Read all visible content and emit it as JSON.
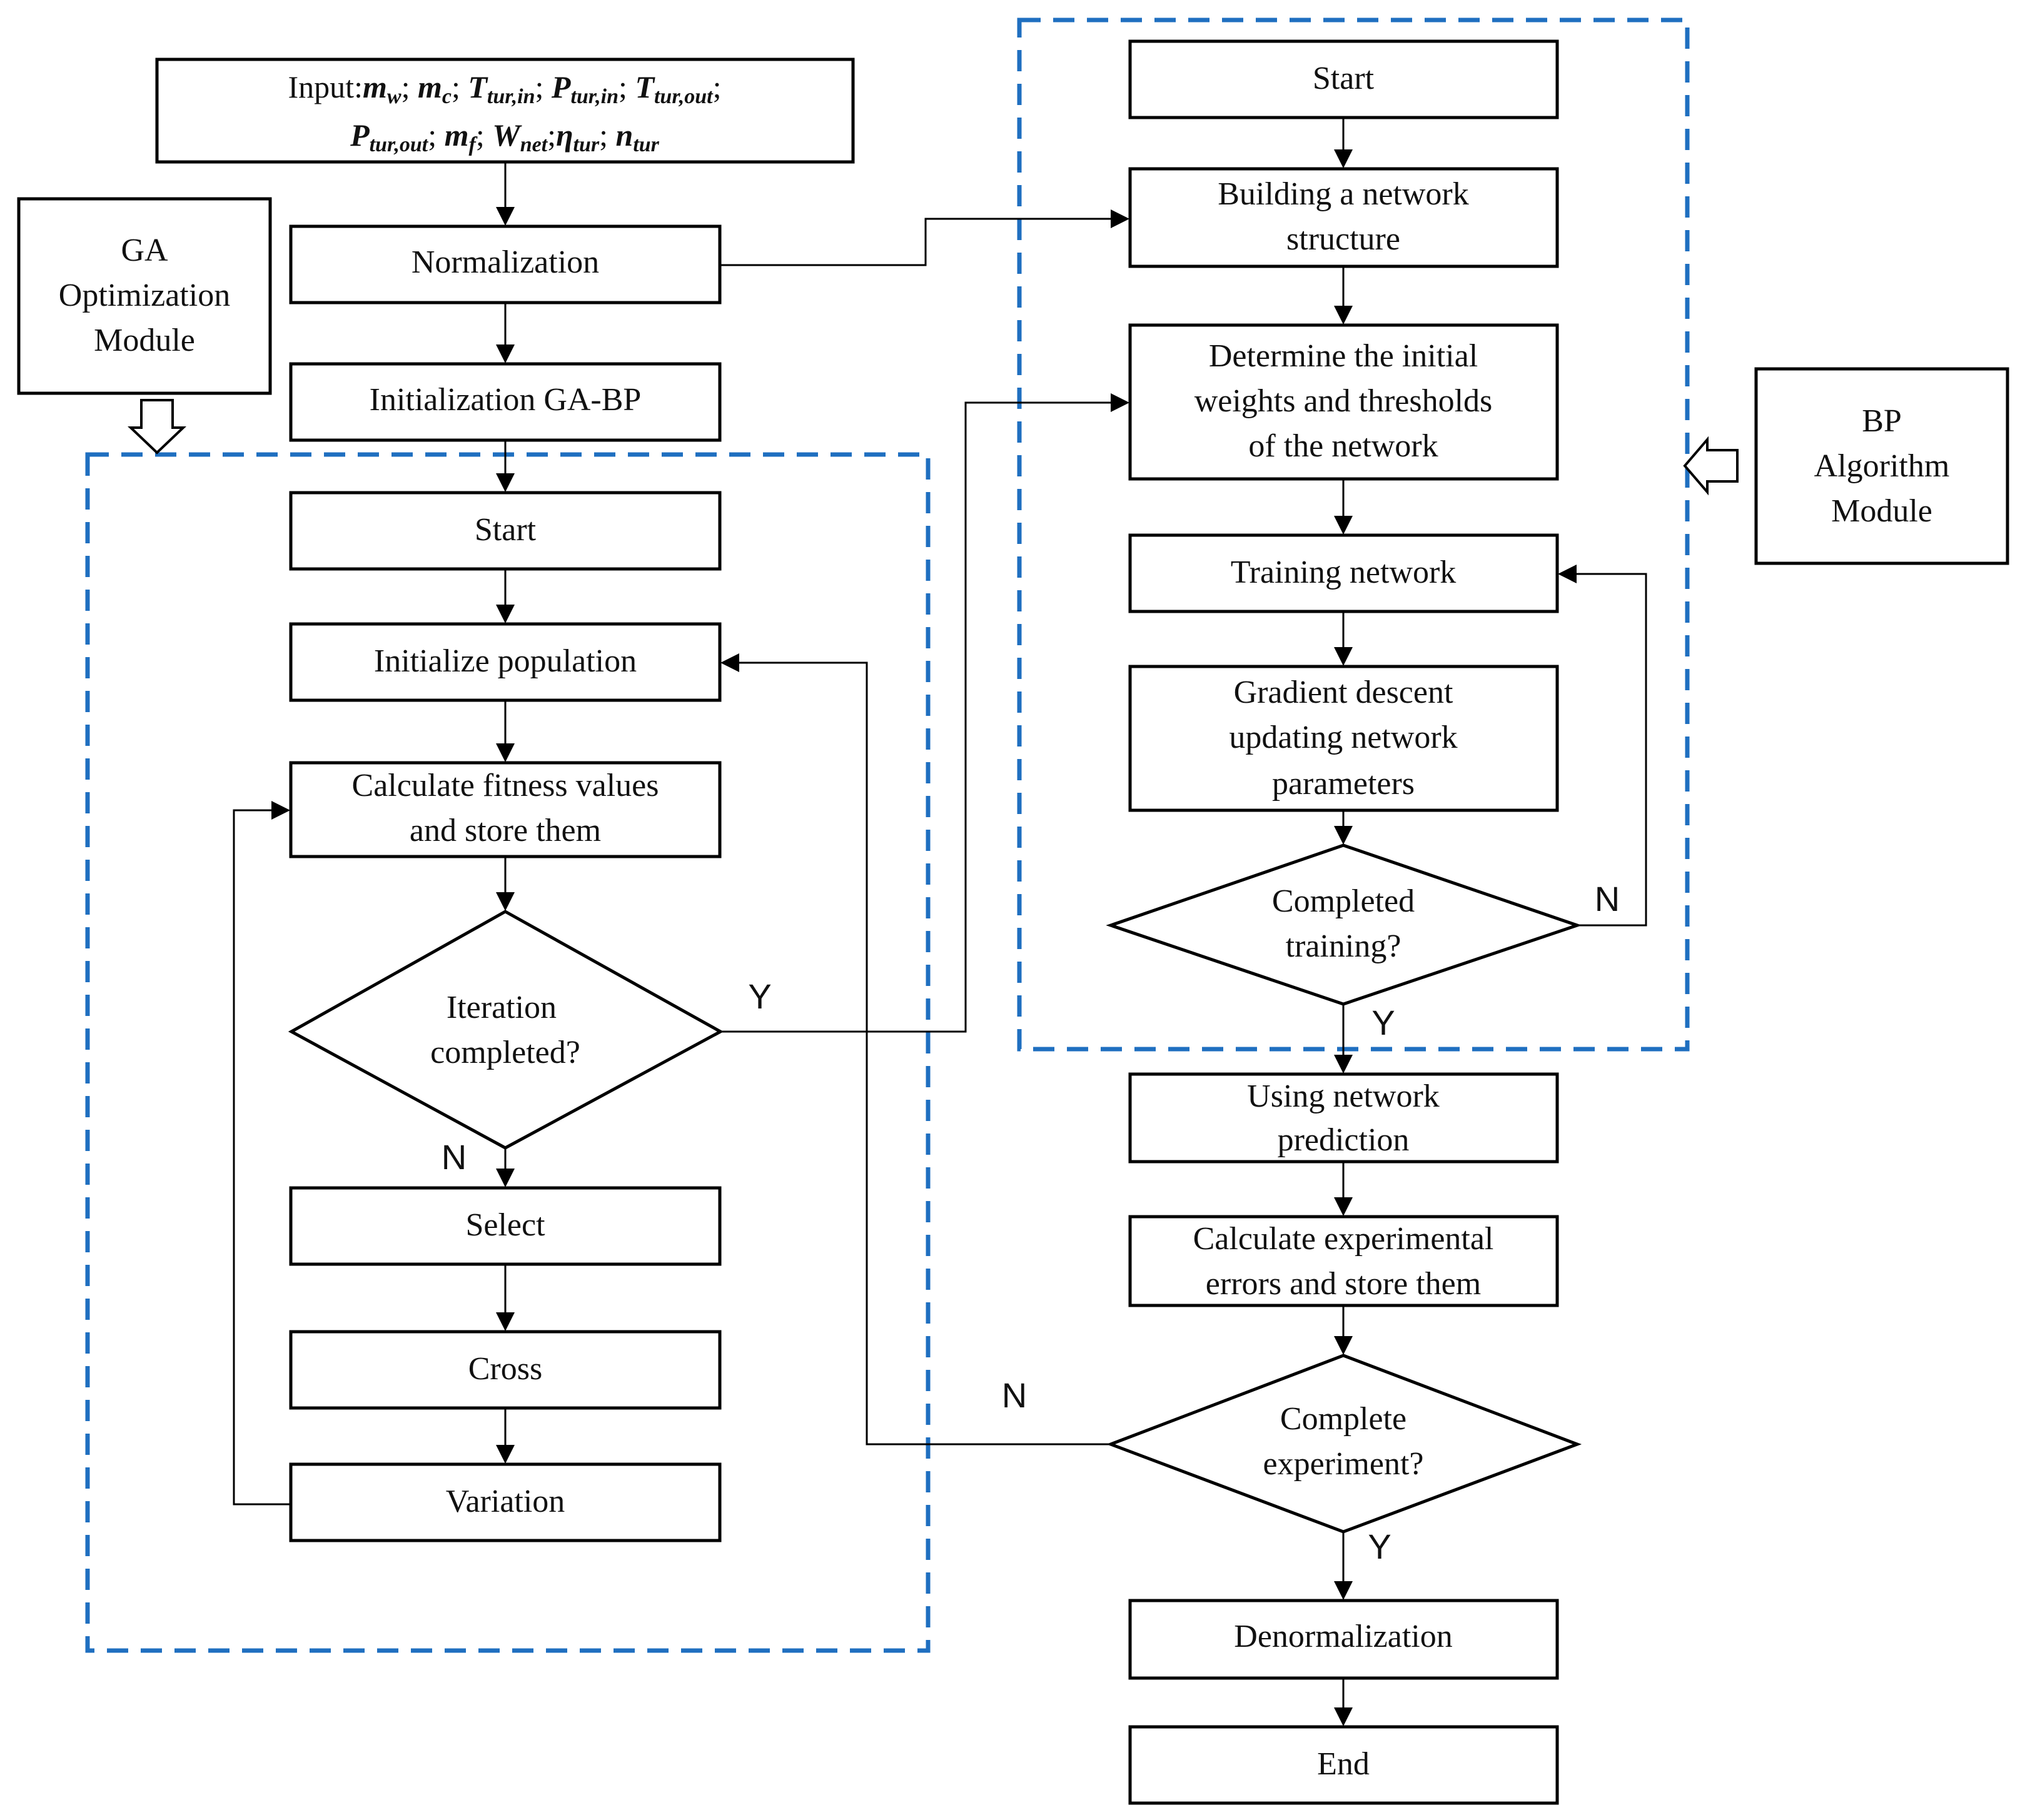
{
  "colors": {
    "region_border": "#1F6FC0",
    "stroke": "#000000",
    "text": "#111111"
  },
  "input": {
    "line1_prefix": "Input:",
    "line1_vars": [
      "m_w",
      "m_c",
      "T_tur,in",
      "P_tur,in",
      "T_tur,out"
    ],
    "line2_vars": [
      "P_tur,out",
      "m_f",
      "W_net",
      "η_tur",
      "n_tur"
    ]
  },
  "modules": {
    "ga": {
      "lines": [
        "GA",
        "Optimization",
        "Module"
      ]
    },
    "bp": {
      "lines": [
        "BP",
        "Algorithm",
        "Module"
      ]
    }
  },
  "nodes": {
    "normalization": "Normalization",
    "init_gabp": "Initialization GA-BP",
    "ga_start": "Start",
    "init_pop": "Initialize population",
    "fitness": [
      "Calculate fitness values",
      "and store them"
    ],
    "iteration": [
      "Iteration",
      "completed?"
    ],
    "select": "Select",
    "cross": "Cross",
    "variation": "Variation",
    "bp_start": "Start",
    "build": [
      "Building a network",
      "structure"
    ],
    "weights": [
      "Determine the initial",
      "weights and thresholds",
      "of the network"
    ],
    "training": "Training network",
    "gradient": [
      "Gradient descent",
      "updating network",
      "parameters"
    ],
    "completed_training": [
      "Completed",
      "training?"
    ],
    "using": [
      "Using network",
      "prediction"
    ],
    "errors": [
      "Calculate experimental",
      "errors and store them"
    ],
    "complete_exp": [
      "Complete",
      "experiment?"
    ],
    "denorm": "Denormalization",
    "end": "End"
  },
  "edge_labels": {
    "iteration_yes": "Y",
    "iteration_no": "N",
    "training_no": "N",
    "training_yes": "Y",
    "experiment_no": "N",
    "experiment_yes": "Y"
  }
}
